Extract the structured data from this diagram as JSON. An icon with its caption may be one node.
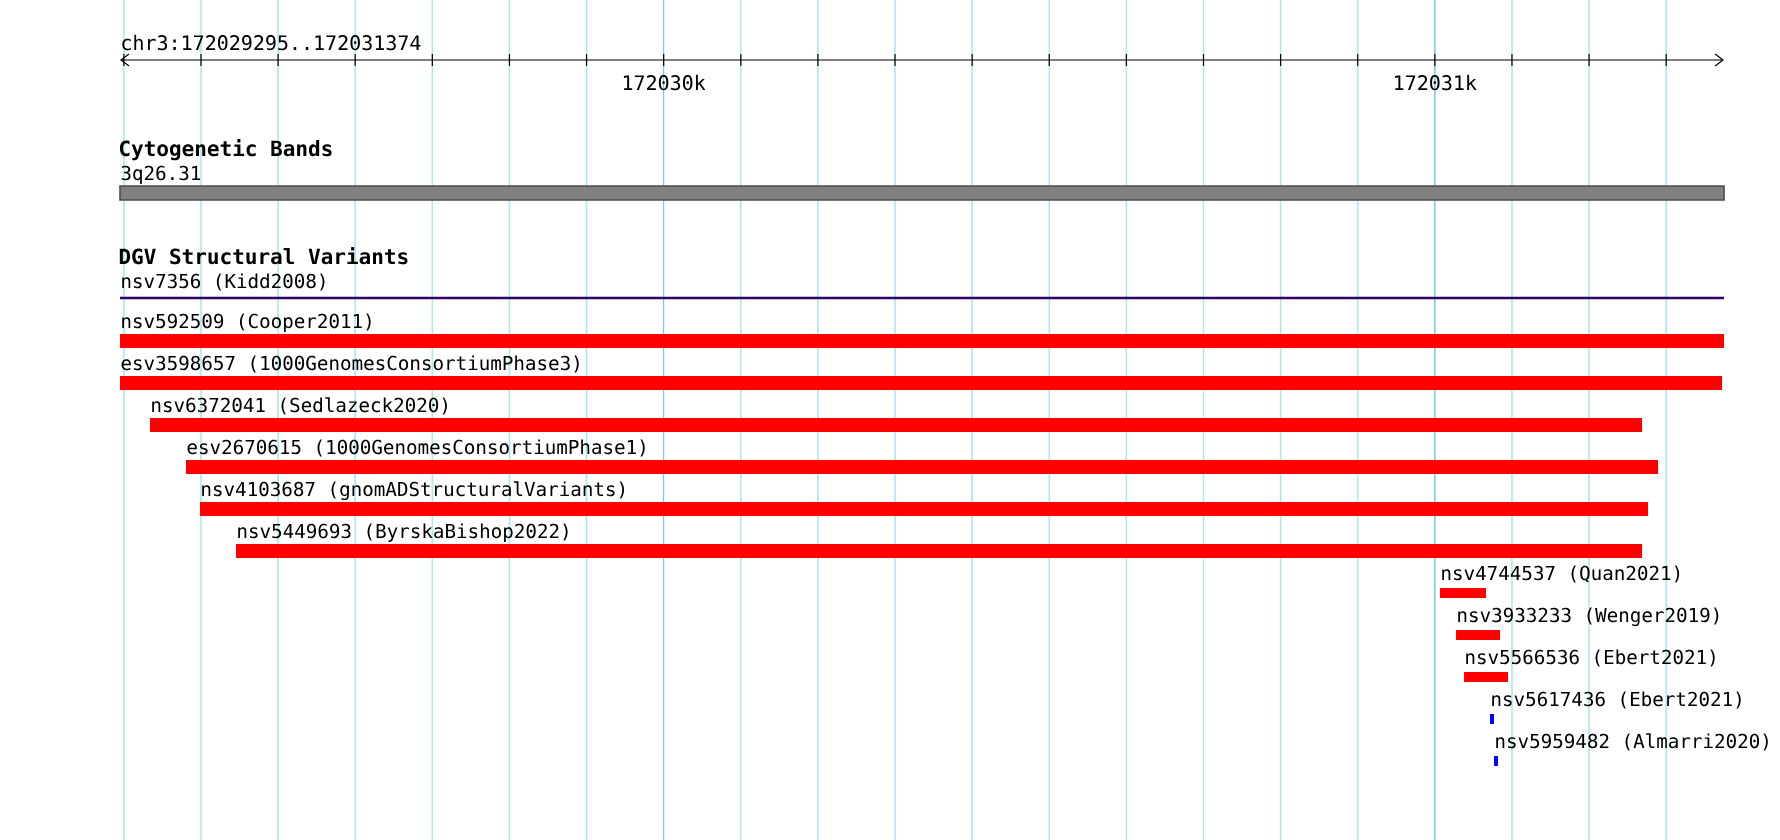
{
  "diagram": {
    "nodes": [
      {
        "text": [
          "3q26.31"
        ]
      },
      {
        "text": [
          "nsv7356 (Kidd2008)"
        ]
      },
      {
        "text": [
          "nsv592509 (Cooper2011)"
        ]
      },
      {
        "text": [
          "esv3598657 (1000GenomesConsortiumPhase3)"
        ]
      },
      {
        "text": [
          "nsv6372041 (Sedlazeck2020)"
        ]
      },
      {
        "text": [
          "esv2670615 (1000GenomesConsortiumPhase1)"
        ]
      },
      {
        "text": [
          "nsv4103687 (gnomADStructuralVariants)"
        ]
      },
      {
        "text": [
          "nsv5449693 (ByrskaBishop2022)"
        ]
      },
      {
        "text": [
          "nsv4744537 (Quan2021)"
        ]
      },
      {
        "text": [
          "nsv3933233 (Wenger2019)"
        ]
      },
      {
        "text": [
          "nsv5566536 (Ebert2021)"
        ]
      },
      {
        "text": [
          "nsv5617436 (Ebert2021)"
        ]
      },
      {
        "text": [
          "nsv5959482 (Almarri2020)"
        ]
      }
    ],
    "labels": [
      "chr3:172029295..172031374",
      "172030k",
      "172031k",
      "Cytogenetic Bands",
      "DGV Structural Variants"
    ]
  }
}
